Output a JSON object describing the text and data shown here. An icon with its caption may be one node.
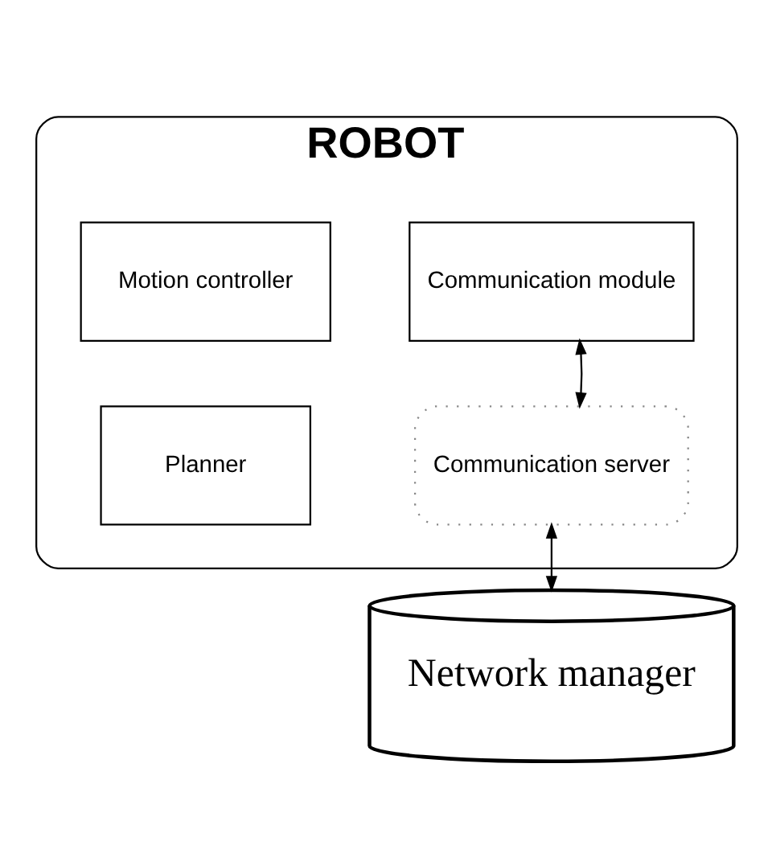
{
  "diagram": {
    "nodes": [
      {
        "text": [
          "ROBOT"
        ]
      },
      {
        "text": [
          "Communication module"
        ],
        "in": 0
      },
      {
        "text": [
          "Motion controller"
        ],
        "in": 0
      },
      {
        "text": [
          "Communication server"
        ],
        "in": 0
      },
      {
        "text": [
          "Planner"
        ],
        "in": 0
      },
      {
        "text": [
          "Network manager"
        ]
      }
    ],
    "edges": [
      {
        "from": 1,
        "to": 3,
        "arrow": "both"
      },
      {
        "from": 3,
        "to": 5,
        "arrow": "both"
      }
    ]
  }
}
